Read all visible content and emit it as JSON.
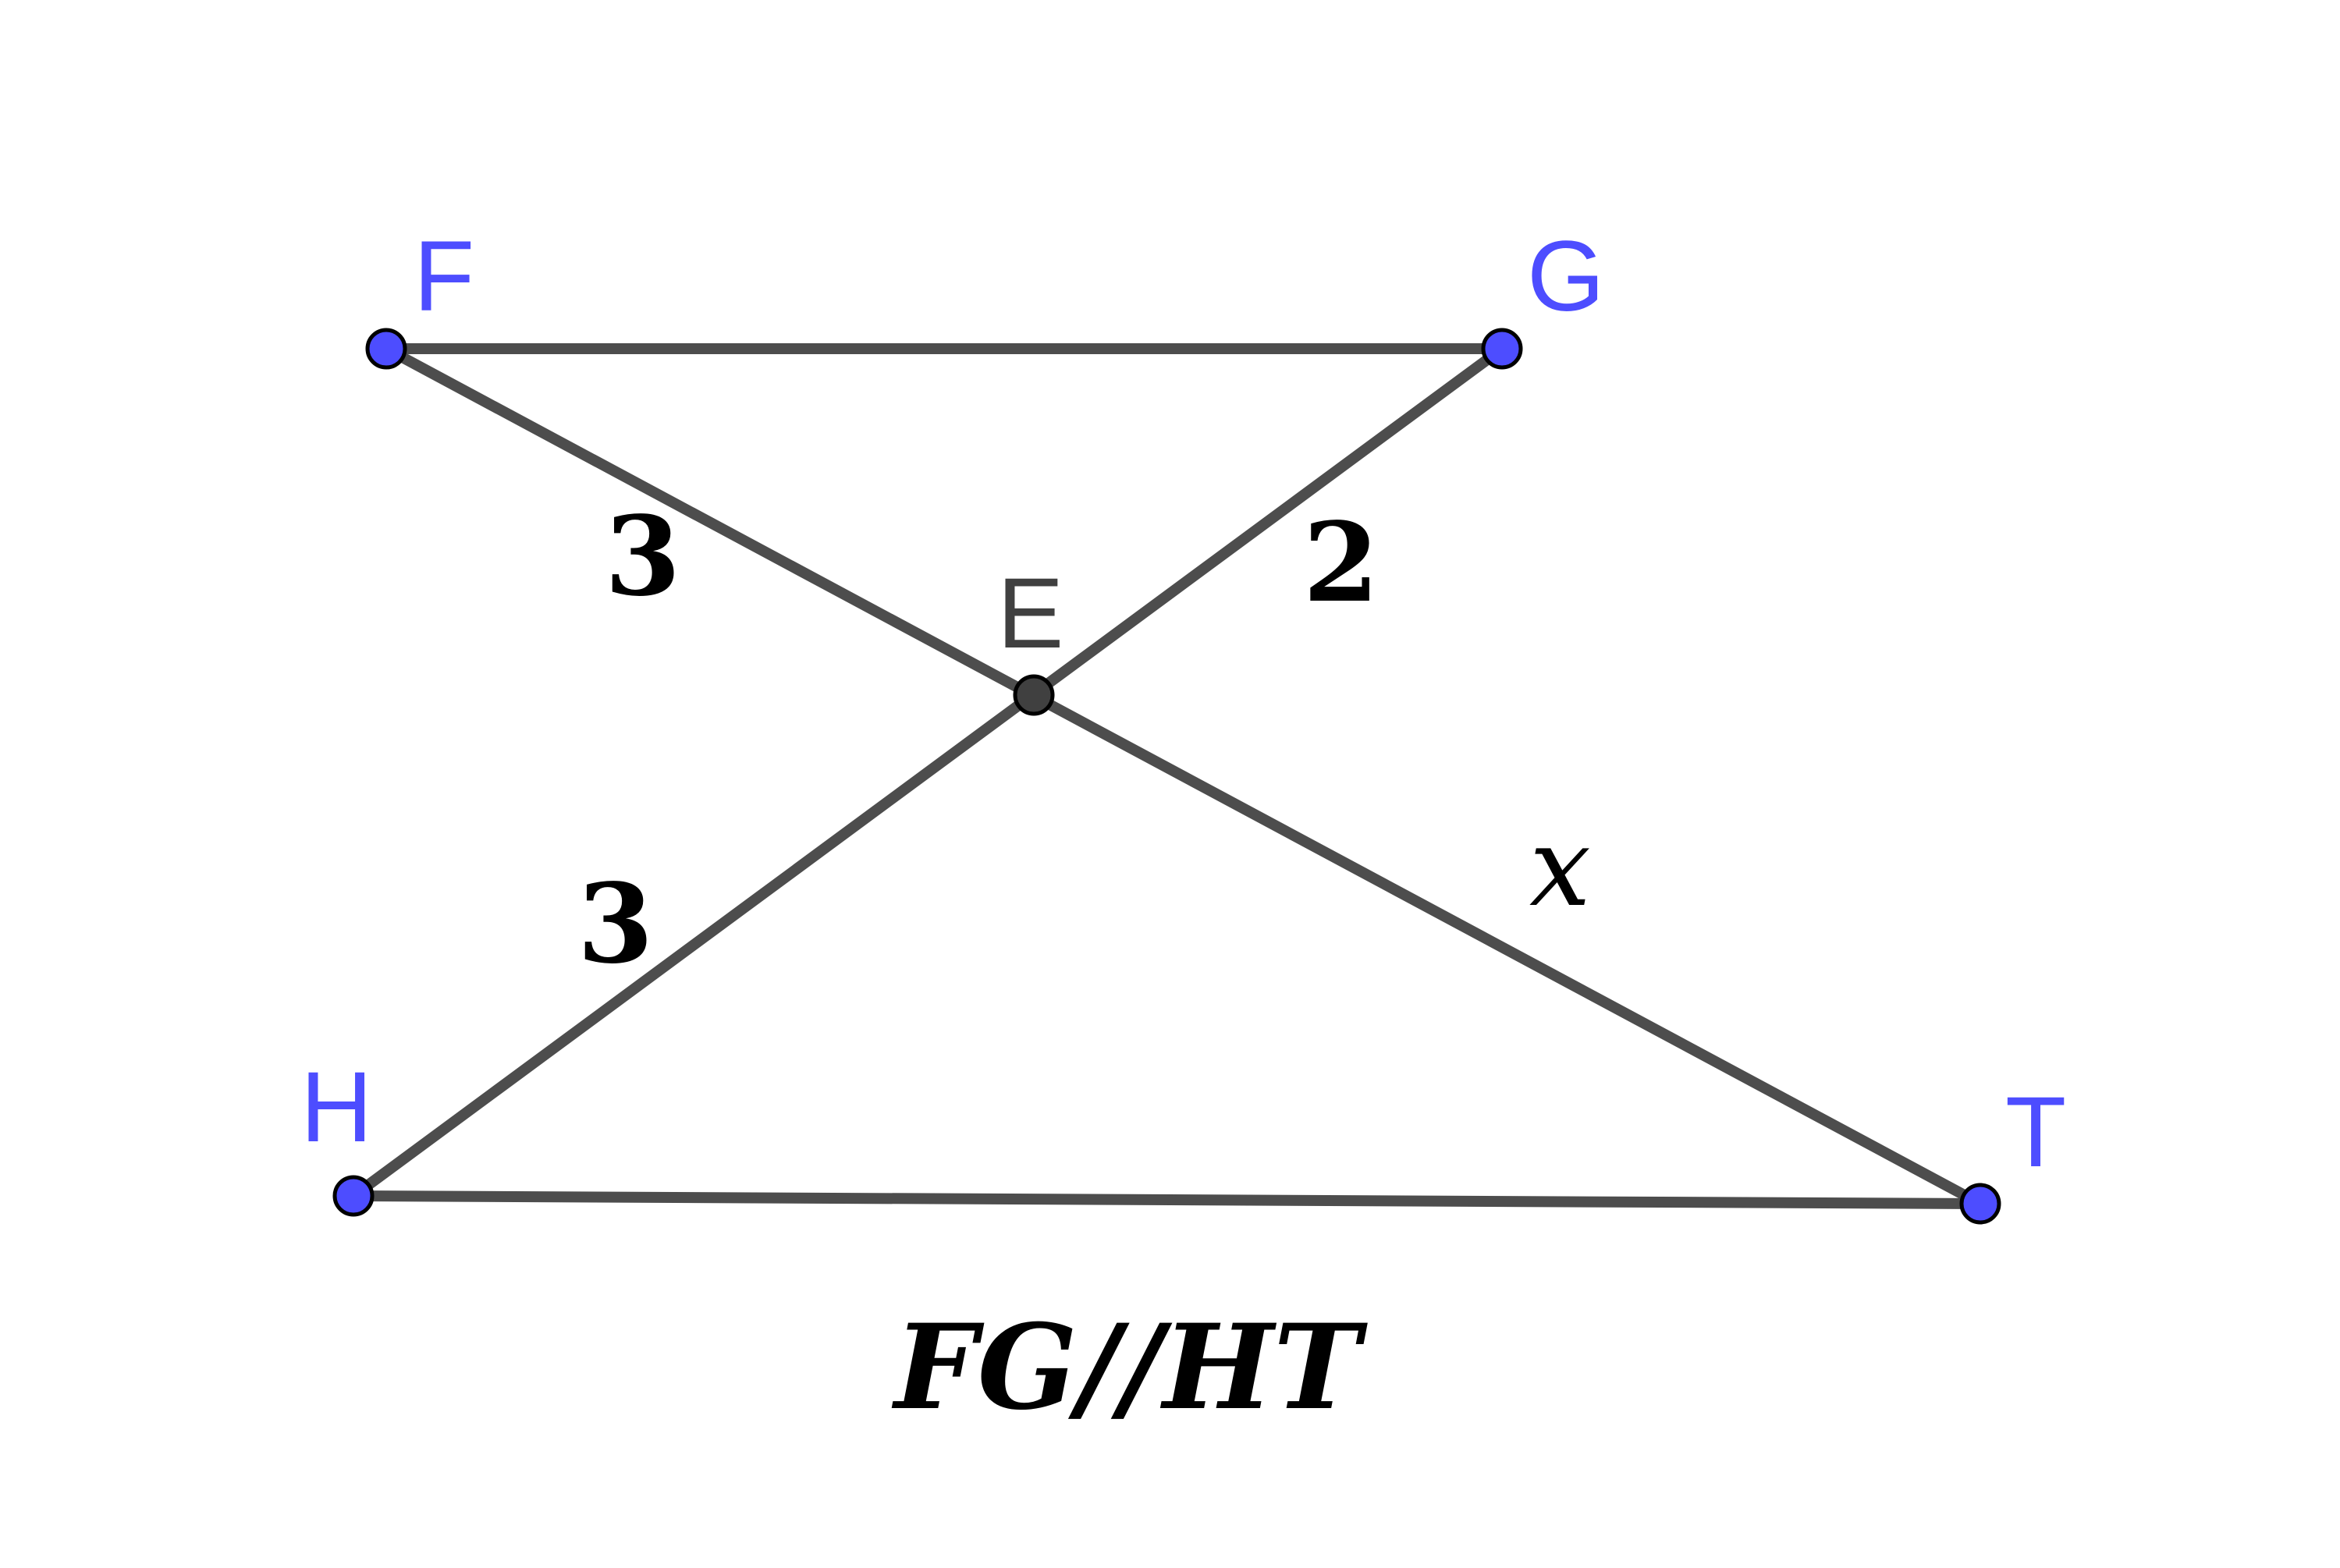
{
  "colors": {
    "segment": "#4d4d4d",
    "point_blue": "#4d4dff",
    "point_center": "#404040",
    "label_blue": "#4d4dff",
    "label_center": "#404040",
    "text": "#000000"
  },
  "points": {
    "F": {
      "label": "F"
    },
    "G": {
      "label": "G"
    },
    "E": {
      "label": "E"
    },
    "H": {
      "label": "H"
    },
    "T": {
      "label": "T"
    }
  },
  "segment_labels": {
    "FE": "3",
    "EG": "2",
    "HE": "3",
    "ET": "x"
  },
  "caption": "FG//HT"
}
